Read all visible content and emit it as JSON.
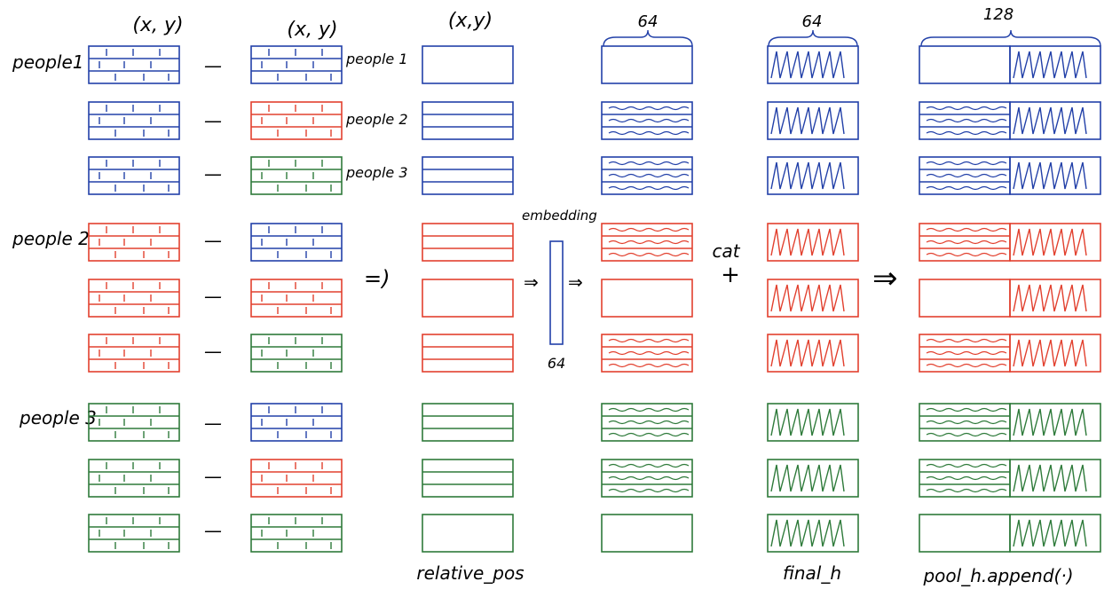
{
  "colors": {
    "people1": "#2240a8",
    "people2": "#e2402e",
    "people3": "#2e7a3a"
  },
  "headers": {
    "col1": "(x, y)",
    "col2": "(x, y)",
    "col3": "(x,y)",
    "col4": "64",
    "col5": "64",
    "col6": "128"
  },
  "group_labels": [
    "people1",
    "people 2",
    "people 3"
  ],
  "row_labels": [
    "people 1",
    "people 2",
    "people 3"
  ],
  "minus": "—",
  "arrow_main": "=)",
  "arrow_small": "⇒",
  "arrow_big": "⇒",
  "embedding_label": "embedding",
  "embedding_dim": "64",
  "concat_label": "cat",
  "plus": "+",
  "footers": {
    "relative_pos": "relative_pos",
    "final_h": "final_h",
    "pool_h": "pool_h.append(·)"
  },
  "rows": [
    {
      "group": "people1",
      "partner": "people1"
    },
    {
      "group": "people1",
      "partner": "people2"
    },
    {
      "group": "people1",
      "partner": "people3"
    },
    {
      "group": "people2",
      "partner": "people1"
    },
    {
      "group": "people2",
      "partner": "people2"
    },
    {
      "group": "people2",
      "partner": "people3"
    },
    {
      "group": "people3",
      "partner": "people1"
    },
    {
      "group": "people3",
      "partner": "people2"
    },
    {
      "group": "people3",
      "partner": "people3"
    }
  ]
}
